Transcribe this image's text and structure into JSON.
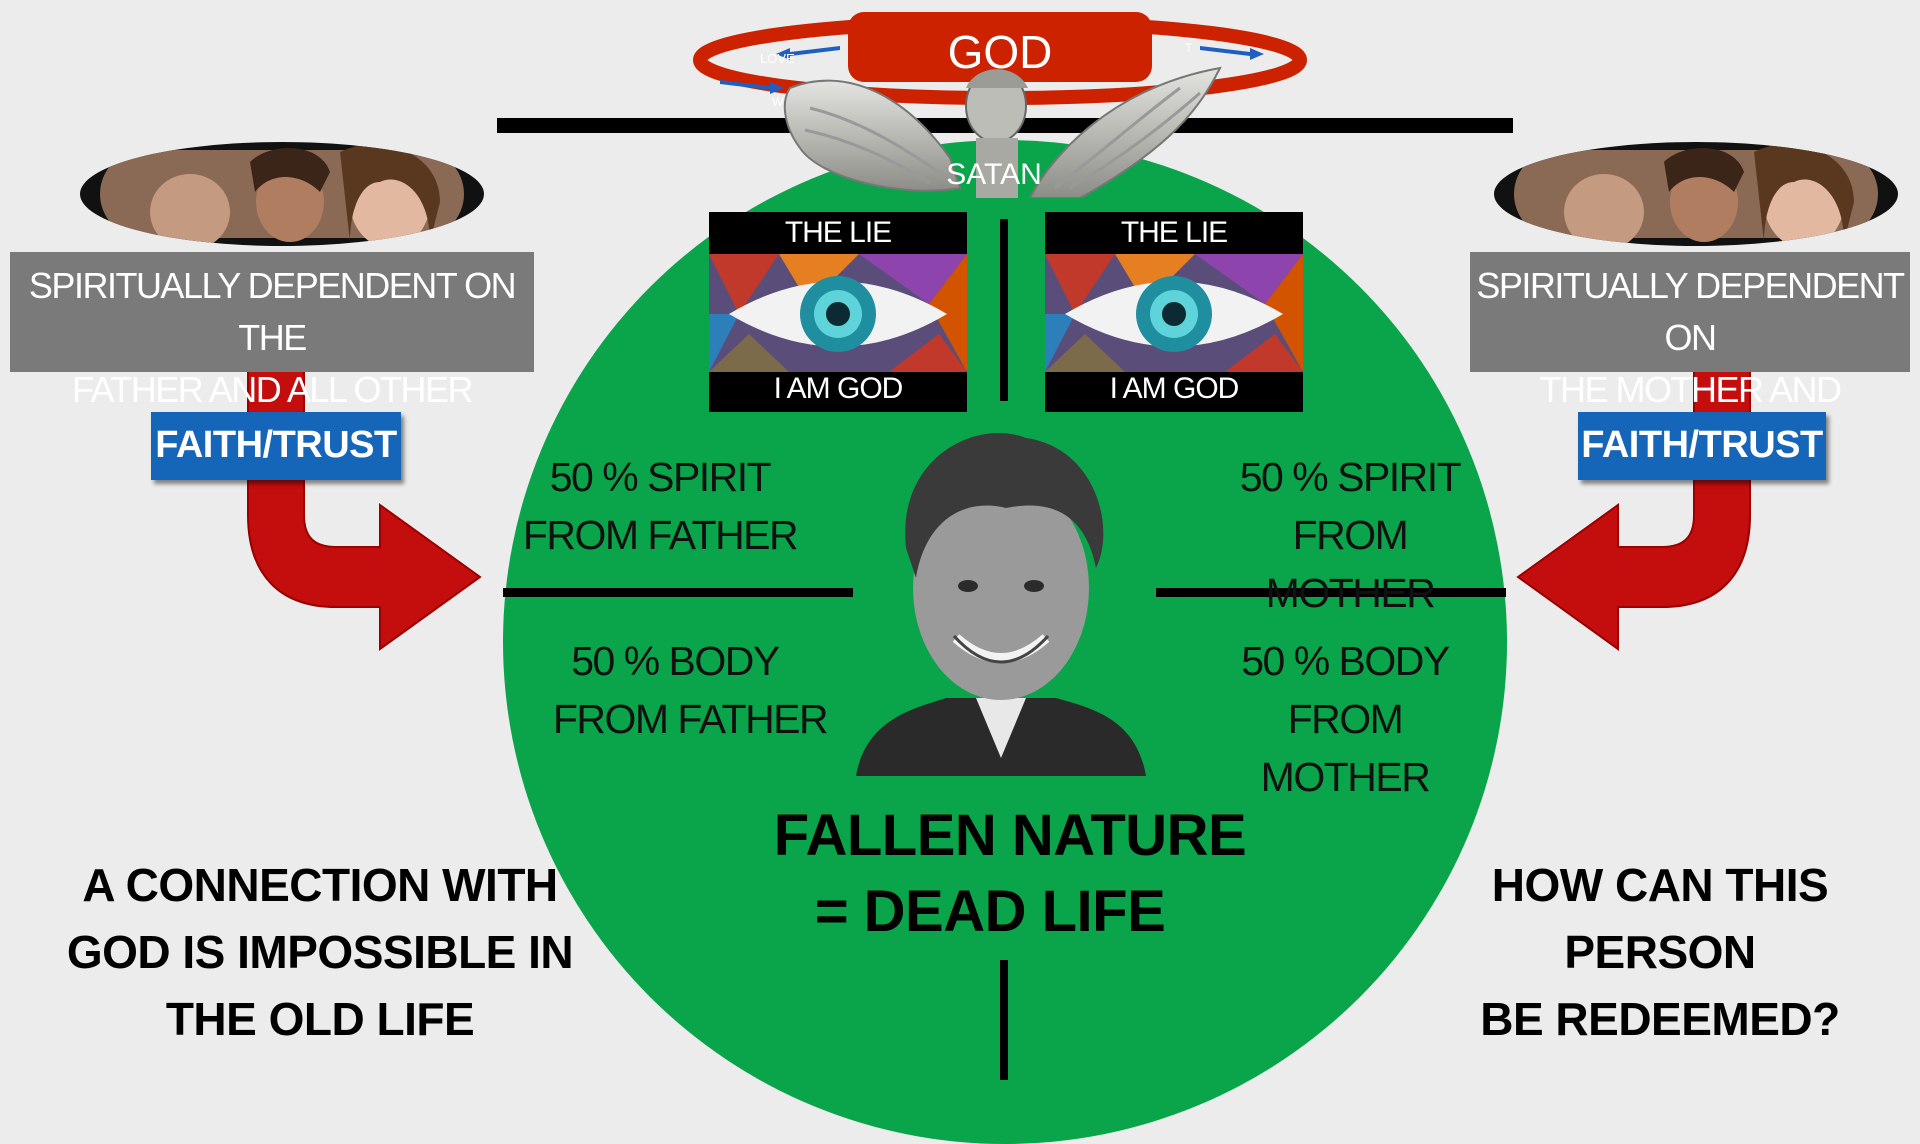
{
  "top": {
    "god_label": "GOD",
    "ring_words": [
      "LOVE",
      "WO",
      "T"
    ],
    "satan_label": "SATAN"
  },
  "lie_boxes": [
    {
      "top": "THE LIE",
      "bottom": "I AM GOD"
    },
    {
      "top": "THE LIE",
      "bottom": "I AM GOD"
    }
  ],
  "left": {
    "box_line1": "SPIRITUALLY DEPENDENT ON THE",
    "box_line2": "FATHER AND ALL OTHER PEOPLE",
    "faith": "FAITH/TRUST",
    "bottom_line1": "A CONNECTION WITH",
    "bottom_line2": "GOD IS IMPOSSIBLE IN",
    "bottom_line3": "THE OLD LIFE"
  },
  "right": {
    "box_line1": "SPIRITUALLY DEPENDENT ON",
    "box_line2": "THE MOTHER AND SPOUSE",
    "faith": "FAITH/TRUST",
    "bottom_line1": "HOW CAN THIS PERSON",
    "bottom_line2": "BE REDEEMED?"
  },
  "quadrants": {
    "spirit_father_1": "50 % SPIRIT",
    "spirit_father_2": "FROM FATHER",
    "body_father_1": "50 % BODY",
    "body_father_2": "FROM FATHER",
    "spirit_mother_1": "50 % SPIRIT",
    "spirit_mother_2": "FROM MOTHER",
    "body_mother_1": "50 % BODY",
    "body_mother_2": "FROM MOTHER"
  },
  "center": {
    "line1": "FALLEN NATURE",
    "line2": "= DEAD LIFE"
  },
  "colors": {
    "circle": "#0aa54a",
    "god_red": "#cc2200",
    "arrow_red": "#c40d0d",
    "faith_blue": "#1565b8",
    "box_gray": "#7a7a7a"
  }
}
